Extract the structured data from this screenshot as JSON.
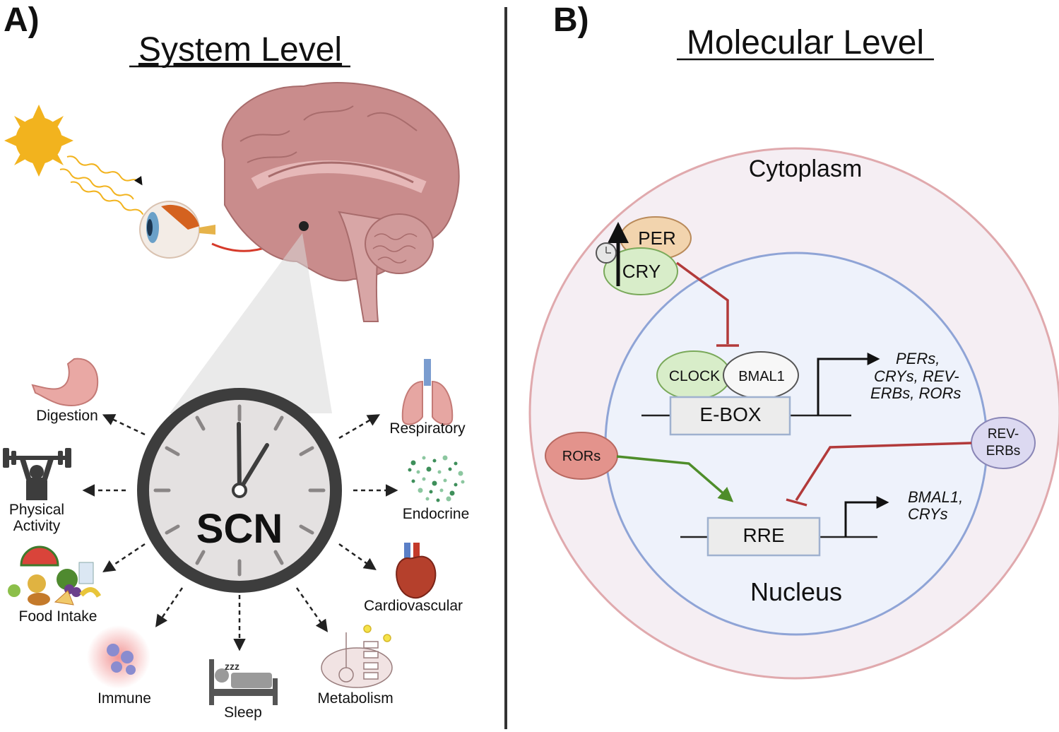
{
  "panel_a": {
    "letter": "A)",
    "title": "System Level",
    "clock_label": "SCN",
    "outputs": {
      "digestion": "Digestion",
      "physical_1": "Physical",
      "physical_2": "Activity",
      "food": "Food Intake",
      "immune": "Immune",
      "sleep": "Sleep",
      "metabolism": "Metabolism",
      "respiratory": "Respiratory",
      "endocrine": "Endocrine",
      "cardiovascular": "Cardiovascular"
    },
    "sleep_z": "zzz"
  },
  "panel_b": {
    "letter": "B)",
    "title": "Molecular Level",
    "cytoplasm": "Cytoplasm",
    "nucleus": "Nucleus",
    "proteins": {
      "per": "PER",
      "cry": "CRY",
      "clock": "CLOCK",
      "bmal1": "BMAL1",
      "rors": "RORs",
      "rev_erbs_1": "REV-",
      "rev_erbs_2": "ERBs"
    },
    "elements": {
      "ebox": "E-BOX",
      "rre": "RRE"
    },
    "ebox_targets": [
      "PERs,",
      "CRYs, REV-",
      "ERBs, RORs"
    ],
    "rre_targets": [
      "BMAL1,",
      "CRYs"
    ]
  },
  "colors": {
    "inhibit": "#b23a3a",
    "activate": "#4e8d2a",
    "cell_border": "#e0a9ad",
    "cell_fill": "#f5eef3",
    "nucleus_border": "#8fa4d6",
    "nucleus_fill": "#eef2fb",
    "clock_rim": "#3d3d3d",
    "clock_face": "#e4e1e1",
    "brain": "#c98c8c",
    "sun": "#f2b31e"
  }
}
